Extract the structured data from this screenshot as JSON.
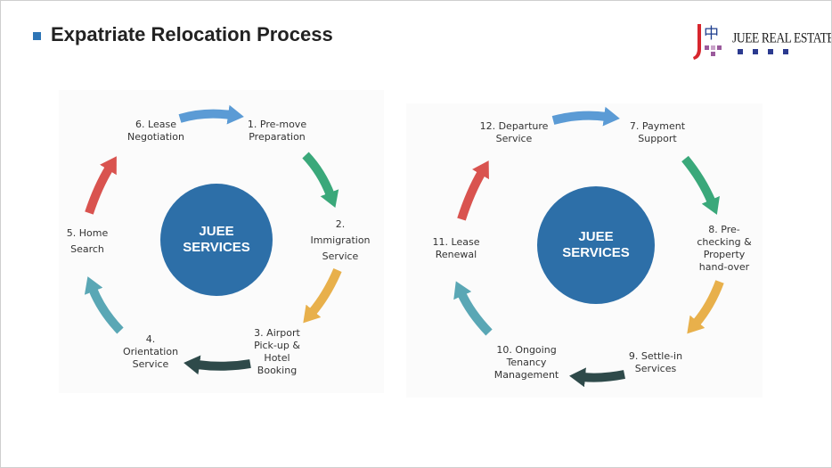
{
  "slide": {
    "title": "Expatriate Relocation Process",
    "logo": {
      "text": "JUEE REAL ESTATE",
      "mark": "中"
    }
  },
  "colors": {
    "hub": "#2d6fa8",
    "title_bullet": "#2e75b6",
    "arrow_blue": "#5b9bd5",
    "arrow_green": "#3aa87a",
    "arrow_orange": "#e8b04b",
    "arrow_dark": "#2e4a4a",
    "arrow_teal": "#5aa7b5",
    "arrow_red": "#d9534f"
  },
  "diagrams": [
    {
      "hub_line1": "JUEE",
      "hub_line2": "SERVICES",
      "steps": {
        "s1": "1. Pre-move\nPreparation",
        "s2": "2.\nImmigration\nService",
        "s3": "3. Airport\nPick-up &\nHotel\nBooking",
        "s4": "4.\nOrientation\nService",
        "s5": "5. Home\nSearch",
        "s6": "6. Lease\nNegotiation"
      }
    },
    {
      "hub_line1": "JUEE",
      "hub_line2": "SERVICES",
      "steps": {
        "s7": "7. Payment\nSupport",
        "s8": "8. Pre-\nchecking &\nProperty\nhand-over",
        "s9": "9. Settle-in\nServices",
        "s10": "10. Ongoing\nTenancy\nManagement",
        "s11": "11. Lease\nRenewal",
        "s12": "12. Departure\nService"
      }
    }
  ]
}
